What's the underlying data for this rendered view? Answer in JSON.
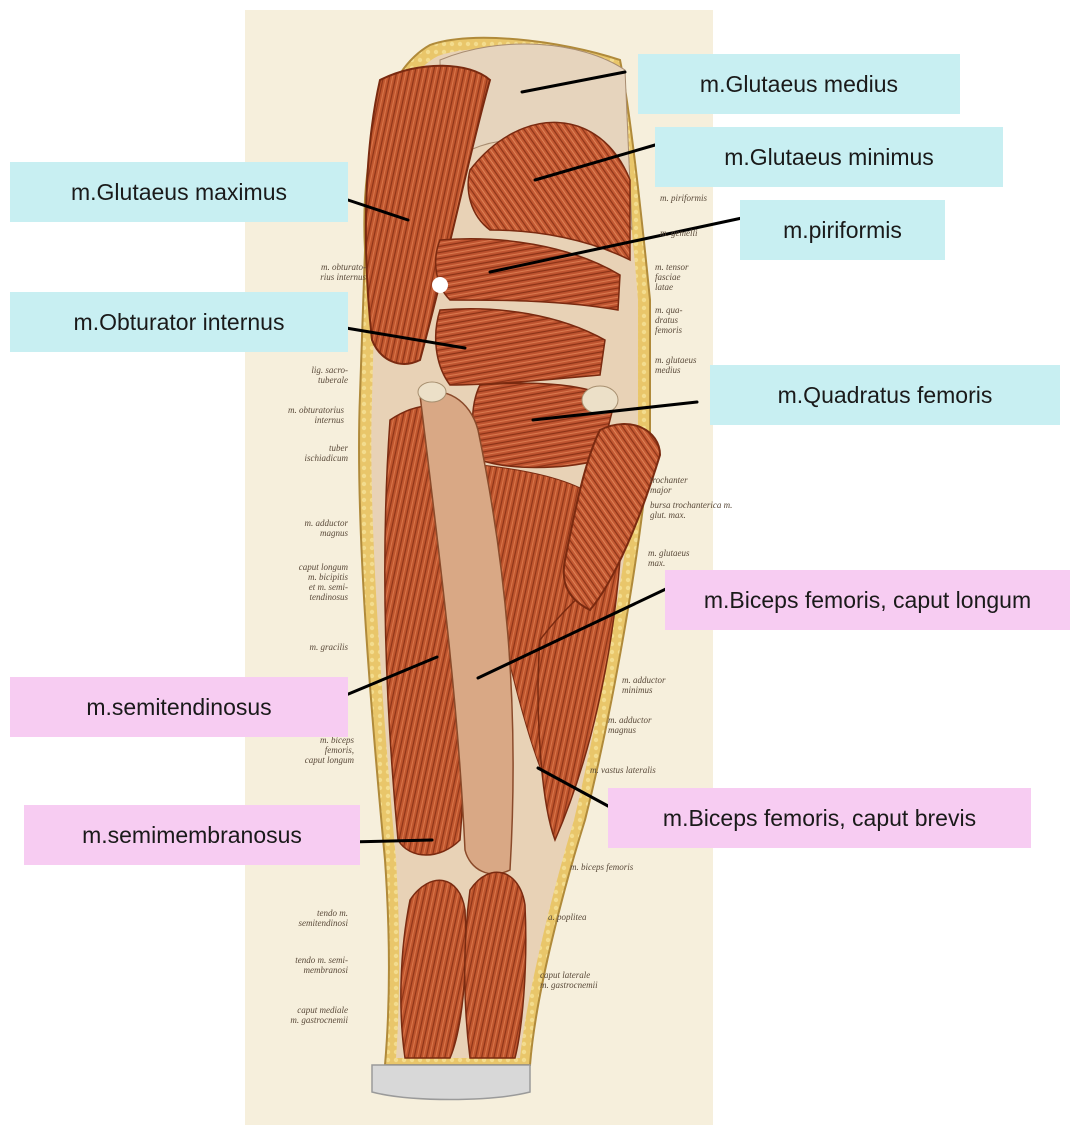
{
  "colors": {
    "callout_cyan": "#c8eff2",
    "callout_pink": "#f7ccf2",
    "paper": "#f6efdc",
    "muscle": "#c0562e",
    "tendon": "#e8d2b6",
    "leader_line": "#000000"
  },
  "labels": {
    "glutaeus_medius": "m.Glutaeus medius",
    "glutaeus_minimus": "m.Glutaeus minimus",
    "glutaeus_maximus": "m.Glutaeus maximus",
    "piriformis": "m.piriformis",
    "obturator_internus": "m.Obturator internus",
    "quadratus_femoris": "m.Quadratus femoris",
    "biceps_longum": "m.Biceps femoris, caput longum",
    "semitendinosus": "m.semitendinosus",
    "biceps_brevis": "m.Biceps femoris, caput brevis",
    "semimembranosus": "m.semimembranosus"
  },
  "atlas_annotations": {
    "left": [
      "m. obturato-\nrius internus",
      "lig. sacro-\ntuberale",
      "m. obturatorius\ninternus",
      "tuber\nischiadicum",
      "m. adductor\nmagnus",
      "caput longum\nm. bicipitis\net m. semi-\ntendinosus",
      "m. gracilis",
      "m. biceps\nfemoris,\ncaput longum",
      "tendo m.\nsemitendinosi",
      "tendo m. semi-\nmembranosi",
      "caput mediale\nm. gastrocnemii"
    ],
    "right": [
      "m. piriformis",
      "m. gemelli",
      "m. tensor\nfasciae\nlatae",
      "m. qua-\ndratus\nfemoris",
      "m. glutaeus\nmedius",
      "trochanter\nmajor",
      "bursa trochanterica m.\nglut. max.",
      "m. glutaeus\nmax.",
      "m. adductor\nminimus",
      "m. adductor\nmagnus",
      "m. vastus lateralis",
      "m. biceps femoris",
      "a. poplitea",
      "caput laterale\nm. gastrocnemii"
    ]
  }
}
